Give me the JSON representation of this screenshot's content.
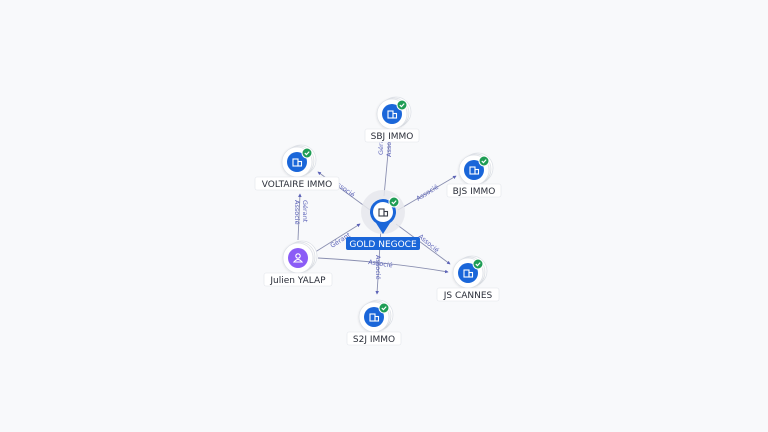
{
  "center": {
    "label": "GOLD NEGOCE",
    "icon": "building-icon",
    "verified_icon": "check-badge-icon"
  },
  "companies": [
    {
      "id": "sbj",
      "label": "SBJ IMMO",
      "icon": "building-icon",
      "verified": true
    },
    {
      "id": "voltaire",
      "label": "VOLTAIRE IMMO",
      "icon": "building-icon",
      "verified": true
    },
    {
      "id": "bjs",
      "label": "BJS IMMO",
      "icon": "building-icon",
      "verified": true
    },
    {
      "id": "jscannes",
      "label": "JS CANNES",
      "icon": "building-icon",
      "verified": true
    },
    {
      "id": "s2j",
      "label": "S2J IMMO",
      "icon": "building-icon",
      "verified": true
    }
  ],
  "person": {
    "label": "Julien YALAP",
    "icon": "person-icon"
  },
  "edges": [
    {
      "from": "center",
      "to": "sbj",
      "labels": [
        "Gérant",
        "Associé"
      ]
    },
    {
      "from": "center",
      "to": "voltaire",
      "labels": [
        "Associé"
      ]
    },
    {
      "from": "center",
      "to": "bjs",
      "labels": [
        "Associé"
      ]
    },
    {
      "from": "center",
      "to": "jscannes",
      "labels": [
        "Associé"
      ]
    },
    {
      "from": "center",
      "to": "s2j",
      "labels": [
        "Associé"
      ]
    },
    {
      "from": "person",
      "to": "center",
      "labels": [
        "Gérant"
      ]
    },
    {
      "from": "person",
      "to": "voltaire",
      "labels": [
        "Gérant",
        "Associé"
      ]
    },
    {
      "from": "person",
      "to": "jscannes",
      "labels": [
        "Associé"
      ]
    }
  ],
  "colors": {
    "company_fill": "#1a66d9",
    "verified_badge": "#1f9d55",
    "person_fill": "#8b5cf6",
    "edge_stroke": "#8a8fb0",
    "edge_label": "#5c63b8",
    "center_label_bg": "#1a66d9"
  }
}
